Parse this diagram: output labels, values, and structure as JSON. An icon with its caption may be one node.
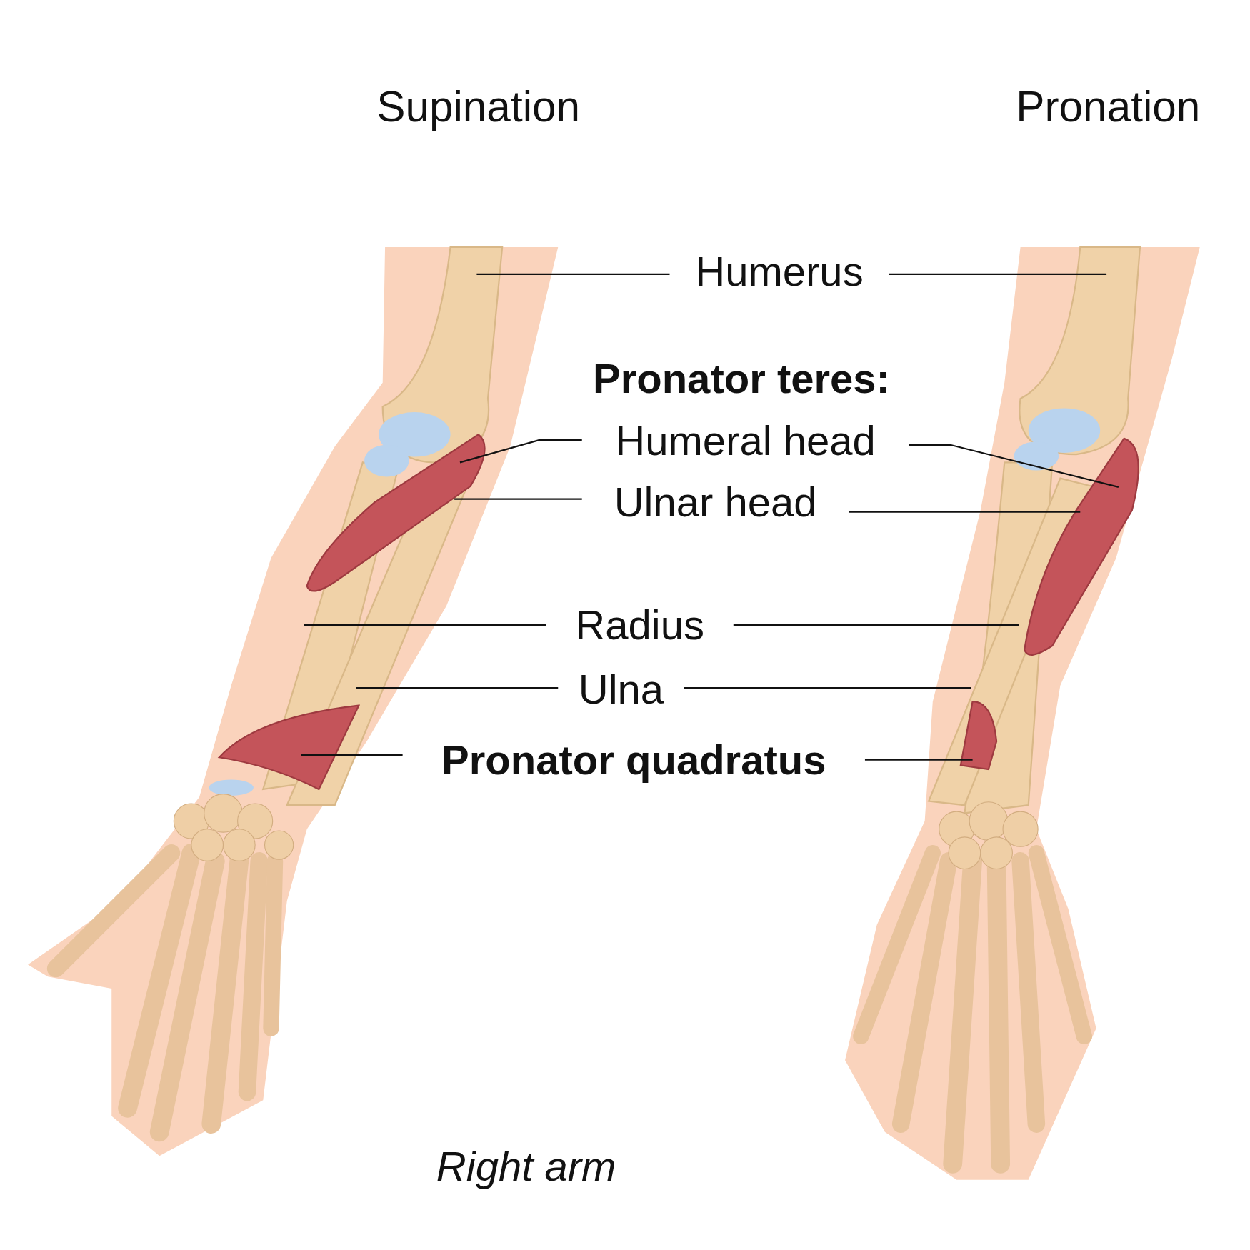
{
  "diagram": {
    "caption": "Right arm",
    "nodes": [
      {
        "text": [
          "Humerus"
        ]
      },
      {
        "text": [
          "Humeral head"
        ]
      },
      {
        "text": [
          "Ulnar head"
        ]
      },
      {
        "text": [
          "Radius"
        ]
      },
      {
        "text": [
          "Ulna"
        ]
      },
      {
        "text": [
          "Pronator quadratus"
        ]
      }
    ],
    "edges": [
      {
        "from": 0,
        "to": null,
        "arrow": "none"
      },
      {
        "from": 0,
        "to": null,
        "arrow": "none"
      },
      {
        "from": 1,
        "to": null,
        "arrow": "none"
      },
      {
        "from": 1,
        "to": null,
        "arrow": "none"
      },
      {
        "from": 2,
        "to": null,
        "arrow": "none"
      },
      {
        "from": 2,
        "to": null,
        "arrow": "none"
      },
      {
        "from": 3,
        "to": null,
        "arrow": "none"
      },
      {
        "from": 3,
        "to": null,
        "arrow": "none"
      },
      {
        "from": 4,
        "to": null,
        "arrow": "none"
      },
      {
        "from": 4,
        "to": null,
        "arrow": "none"
      },
      {
        "from": 5,
        "to": null,
        "arrow": "none"
      },
      {
        "from": 5,
        "to": null,
        "arrow": "none"
      }
    ],
    "labels": [
      "Supination",
      "Pronation",
      "Pronator teres:"
    ]
  }
}
